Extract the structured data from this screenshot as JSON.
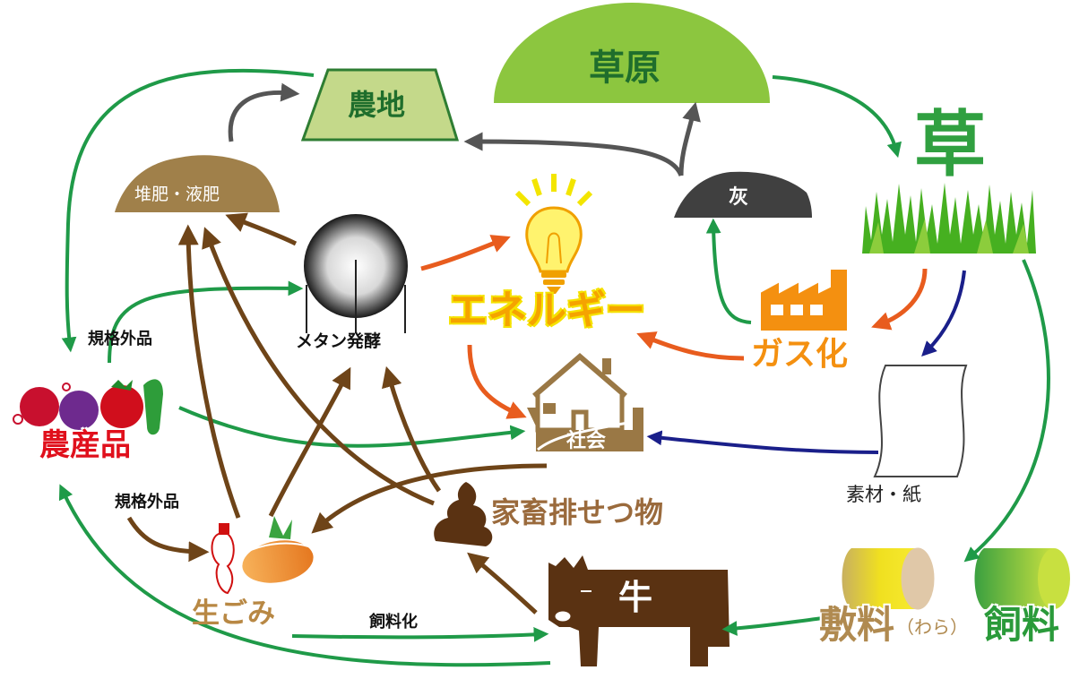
{
  "nodes": {
    "grassland": "草原",
    "farmland": "農地",
    "grass": "草",
    "ash": "灰",
    "compost": "堆肥・液肥",
    "methane": "メタン発酵",
    "energy": "エネルギー",
    "gasification": "ガス化",
    "paper": "素材・紙",
    "society": "社会",
    "produce": "農産品",
    "garbage": "生ごみ",
    "manure": "家畜排せつ物",
    "cattle": "牛",
    "bedding": "敷料",
    "bedding_note": "（わら）",
    "feed": "飼料"
  },
  "edge_labels": {
    "substandard_top": "規格外品",
    "substandard_bottom": "規格外品",
    "feed_conversion": "飼料化"
  },
  "colors": {
    "green": "#1f9a48",
    "dark_gray": "#555555",
    "brown": "#6e4418",
    "orange": "#e85c1e",
    "navy": "#1a1f8a",
    "grassland_fill": "#8cc63f",
    "farmland_fill": "#c4d98a",
    "compost_fill": "#a0804a",
    "society_brown": "#9a7845",
    "energy_yellow": "#f5a300",
    "produce_red": "#e0101c",
    "cattle_brown": "#5a3212"
  }
}
